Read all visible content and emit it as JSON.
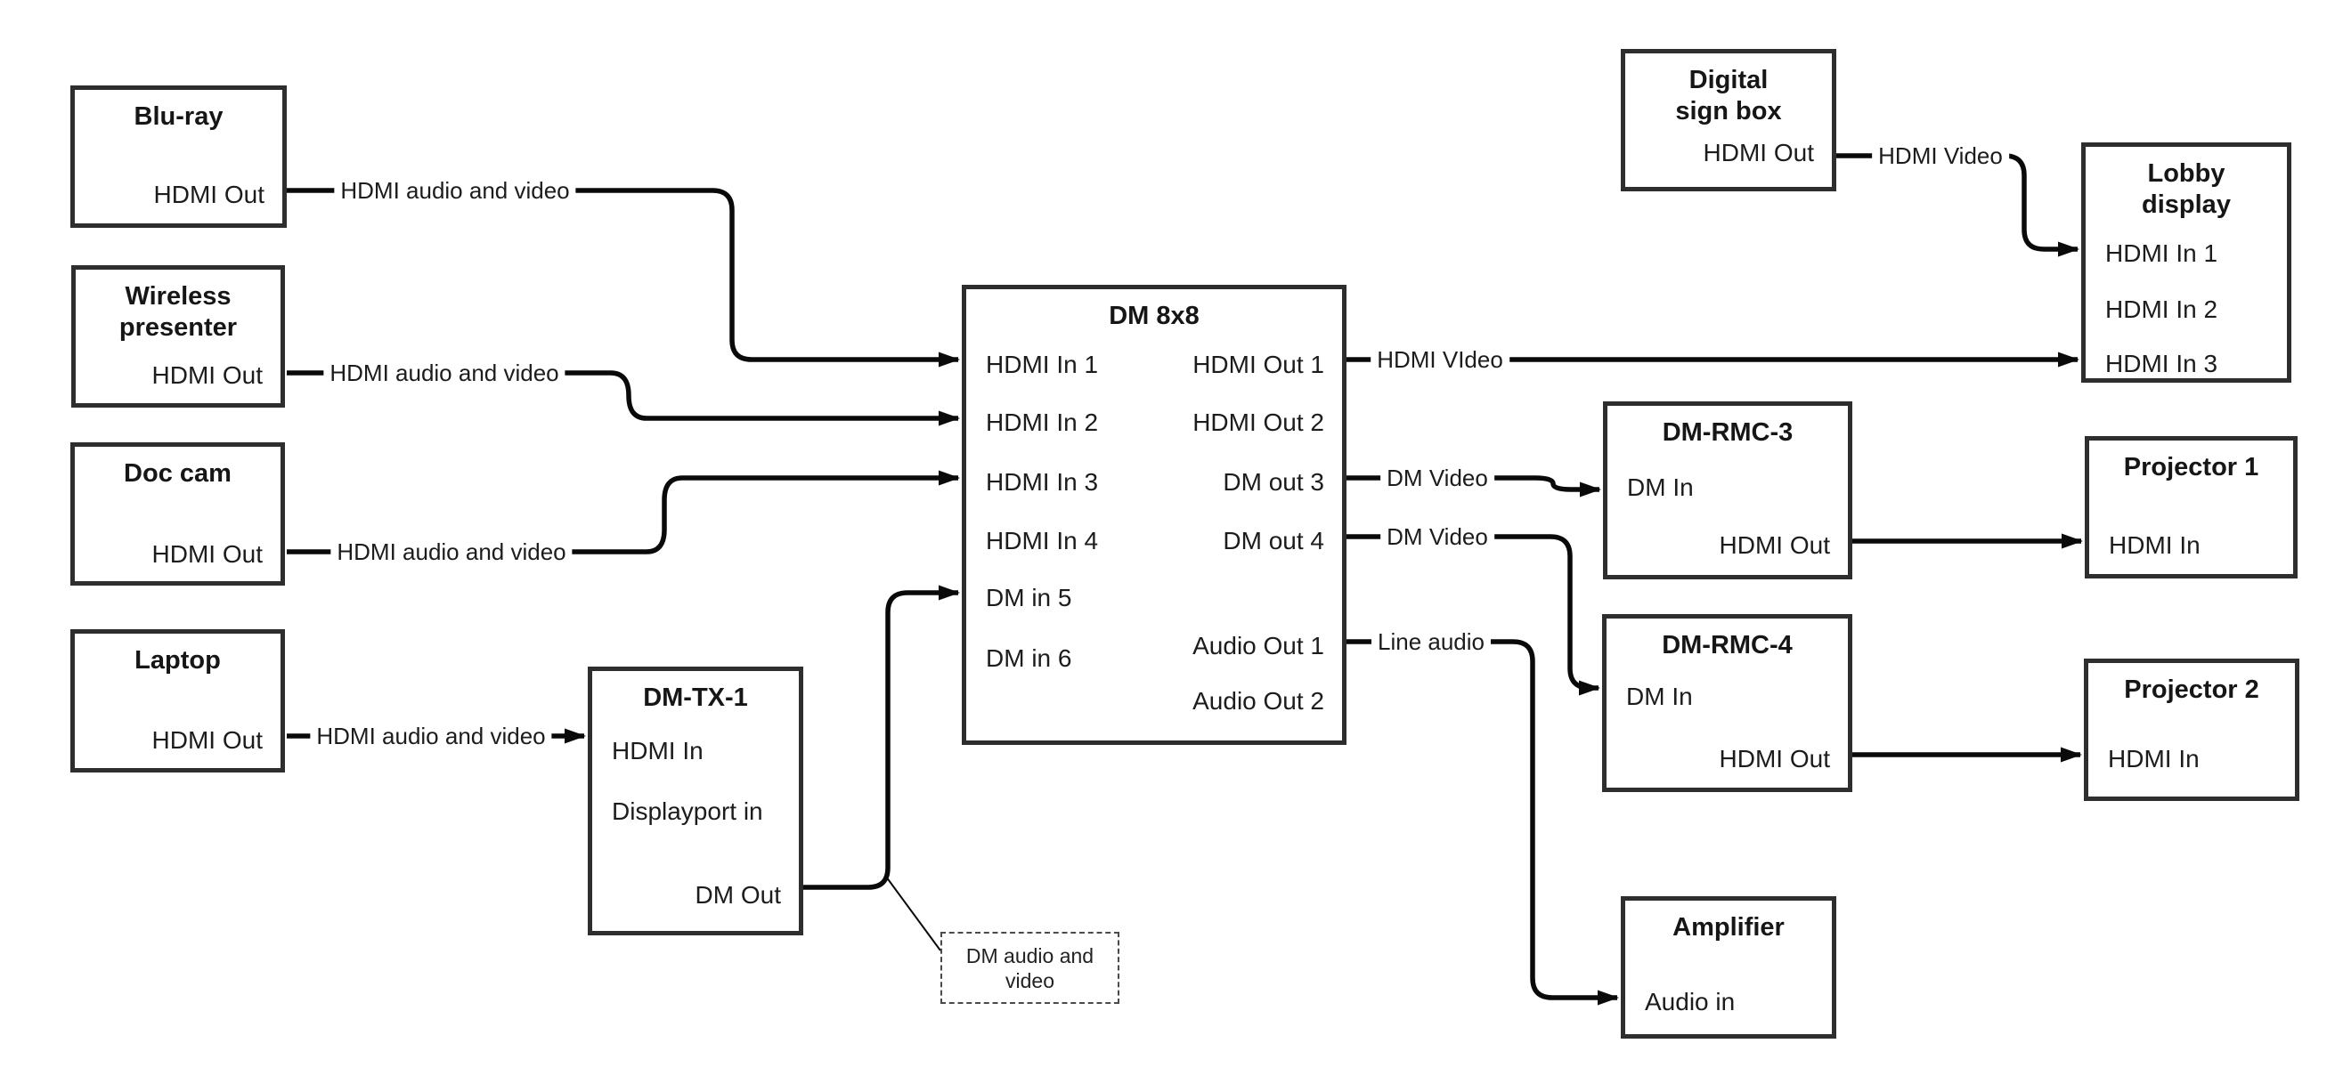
{
  "diagram": {
    "colors": {
      "line": "#0a0a0a",
      "box_border": "#2e2e2e",
      "background": "#ffffff",
      "text": "#161616"
    },
    "nodes": {
      "bluray": {
        "title": "Blu-ray",
        "ports": [
          "HDMI Out"
        ]
      },
      "wireless": {
        "title": "Wireless presenter",
        "ports": [
          "HDMI Out"
        ]
      },
      "doccam": {
        "title": "Doc cam",
        "ports": [
          "HDMI Out"
        ]
      },
      "laptop": {
        "title": "Laptop",
        "ports": [
          "HDMI Out"
        ]
      },
      "dmtx1": {
        "title": "DM-TX-1",
        "ports": [
          "HDMI In",
          "Displayport in",
          "DM Out"
        ]
      },
      "dm8x8": {
        "title": "DM 8x8",
        "ports_left": [
          "HDMI In 1",
          "HDMI In 2",
          "HDMI In 3",
          "HDMI In 4",
          "DM in 5",
          "DM in 6"
        ],
        "ports_right": [
          "HDMI Out 1",
          "HDMI Out 2",
          "DM out 3",
          "DM out 4",
          "Audio Out 1",
          "Audio Out 2"
        ]
      },
      "digitalsign": {
        "title": "Digital sign box",
        "ports": [
          "HDMI Out"
        ]
      },
      "lobby": {
        "title": "Lobby display",
        "ports": [
          "HDMI In 1",
          "HDMI In 2",
          "HDMI In 3"
        ]
      },
      "rmc3": {
        "title": "DM-RMC-3",
        "ports": [
          "DM In",
          "HDMI Out"
        ]
      },
      "rmc4": {
        "title": "DM-RMC-4",
        "ports": [
          "DM In",
          "HDMI Out"
        ]
      },
      "proj1": {
        "title": "Projector 1",
        "ports": [
          "HDMI In"
        ]
      },
      "proj2": {
        "title": "Projector 2",
        "ports": [
          "HDMI In"
        ]
      },
      "amplifier": {
        "title": "Amplifier",
        "ports": [
          "Audio in"
        ]
      }
    },
    "edges": [
      {
        "from": "Blu-ray HDMI Out",
        "to": "DM 8x8 HDMI In 1",
        "label": "HDMI audio and video"
      },
      {
        "from": "Wireless presenter HDMI Out",
        "to": "DM 8x8 HDMI In 2",
        "label": "HDMI audio and video"
      },
      {
        "from": "Doc cam HDMI Out",
        "to": "DM 8x8 HDMI In 3",
        "label": "HDMI audio and video"
      },
      {
        "from": "Laptop HDMI Out",
        "to": "DM-TX-1 HDMI In",
        "label": "HDMI audio and video"
      },
      {
        "from": "DM-TX-1 DM Out",
        "to": "DM 8x8 DM in 5",
        "label": ""
      },
      {
        "from": "DM 8x8 HDMI Out 1",
        "to": "Lobby display HDMI In 3",
        "label": "HDMI VIdeo"
      },
      {
        "from": "DM 8x8 DM out 3",
        "to": "DM-RMC-3 DM In",
        "label": "DM Video"
      },
      {
        "from": "DM 8x8 DM out 4",
        "to": "DM-RMC-4 DM In",
        "label": "DM Video"
      },
      {
        "from": "DM 8x8 Audio Out 1",
        "to": "Amplifier Audio in",
        "label": "Line audio"
      },
      {
        "from": "Digital sign box HDMI Out",
        "to": "Lobby display HDMI In 1",
        "label": "HDMI Video"
      },
      {
        "from": "DM-RMC-3 HDMI Out",
        "to": "Projector 1 HDMI In",
        "label": ""
      },
      {
        "from": "DM-RMC-4 HDMI Out",
        "to": "Projector 2 HDMI In",
        "label": ""
      }
    ],
    "note": {
      "text": "DM audio and video"
    }
  }
}
